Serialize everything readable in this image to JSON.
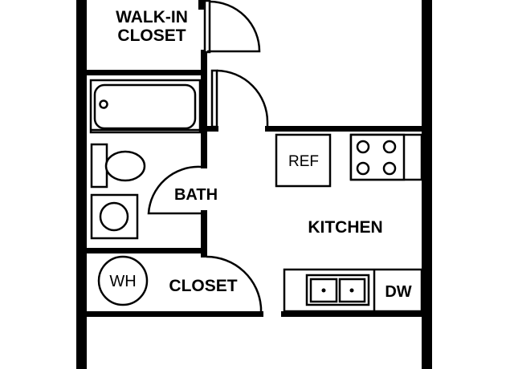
{
  "rooms": {
    "walk_in_closet": {
      "line1": "WALK-IN",
      "line2": "CLOSET"
    },
    "bath": "BATH",
    "kitchen": "KITCHEN",
    "closet": "CLOSET"
  },
  "fixtures": {
    "refrigerator": "REF",
    "water_heater": "WH",
    "dishwasher": "DW"
  },
  "colors": {
    "walls": "#000000",
    "background": "#ffffff"
  }
}
